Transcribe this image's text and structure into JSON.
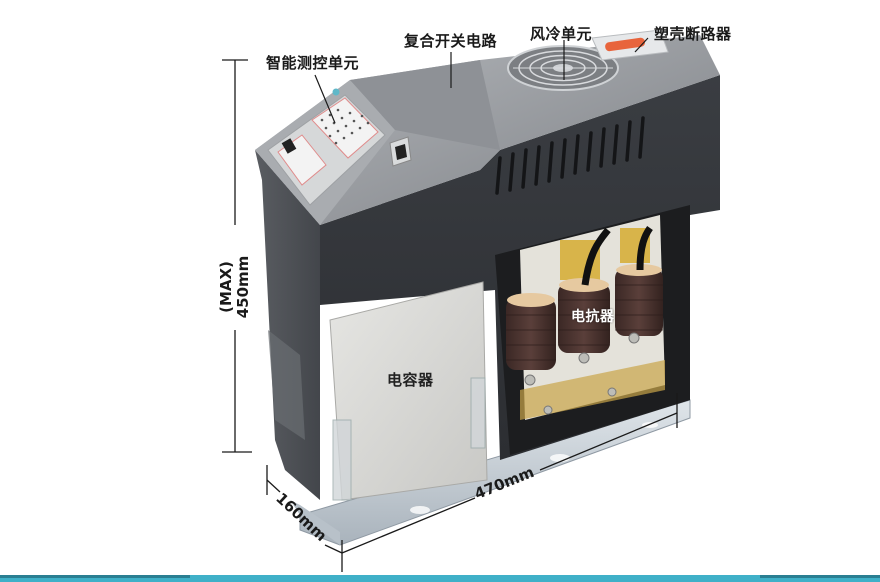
{
  "product": {
    "name": "capacitor compensation unit",
    "colors": {
      "housing_dark": "#3b3e43",
      "housing_top": "#9a9da2",
      "front_panel": "#c9cbcc",
      "capacitor_panel": "#d9d9d6",
      "reactor_coil": "#4a3330",
      "reactor_core": "#d8b44a",
      "base_rail": "#c4ccd4",
      "accent_bar": "#3fb0c8",
      "breaker_handle": "#e8643c"
    }
  },
  "callouts": {
    "smart_control": "智能测控单元",
    "composite_switch": "复合开关电路",
    "fan_unit": "风冷单元",
    "breaker": "塑壳断路器",
    "reactor": "电抗器",
    "capacitor": "电容器"
  },
  "dimensions": {
    "height_value": "450mm",
    "height_note": "(MAX)",
    "width": "470mm",
    "depth": "160mm"
  }
}
